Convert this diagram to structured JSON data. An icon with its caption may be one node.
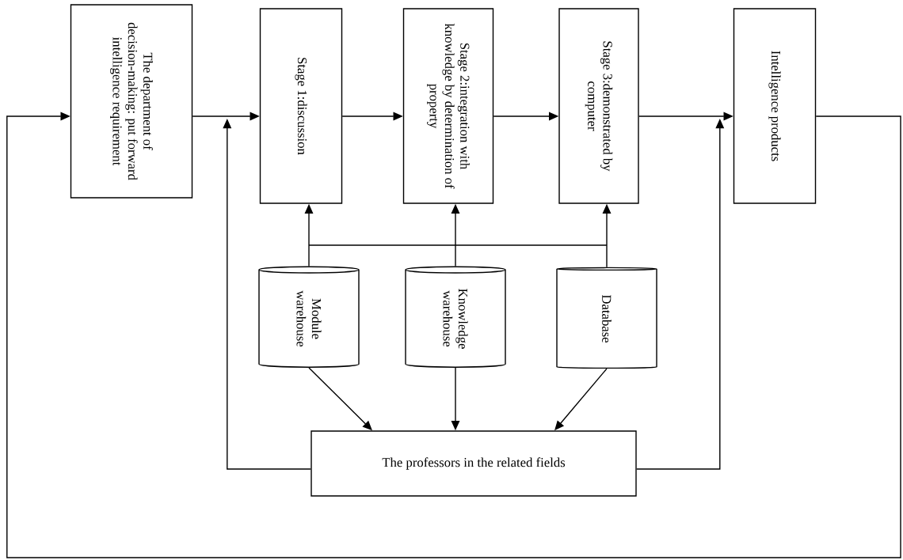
{
  "diagram": {
    "nodes": [
      {
        "text": [
          "The department of decision-making: put forward intelligence requirement"
        ]
      },
      {
        "text": [
          "Stage 1:discussion"
        ]
      },
      {
        "text": [
          "Stage 2:integration with knowledge by determination of property"
        ]
      },
      {
        "text": [
          "Stage 3:demonstrated by computer"
        ]
      },
      {
        "text": [
          "Intelligence products"
        ]
      },
      {
        "text": [
          "Module warehouse"
        ]
      },
      {
        "text": [
          "Knowledge warehouse"
        ]
      },
      {
        "text": [
          "Database"
        ]
      },
      {
        "text": [
          "The professors in the related fields"
        ]
      }
    ],
    "edges": [
      {
        "from": 0,
        "to": 1,
        "arrow": "to"
      },
      {
        "from": 1,
        "to": 2,
        "arrow": "to"
      },
      {
        "from": 2,
        "to": 3,
        "arrow": "to"
      },
      {
        "from": 3,
        "to": 4,
        "arrow": "to"
      },
      {
        "from": 5,
        "to": 1,
        "arrow": "to"
      },
      {
        "from": 6,
        "to": 2,
        "arrow": "to"
      },
      {
        "from": 7,
        "to": 3,
        "arrow": "to"
      },
      {
        "from": 5,
        "to": 8,
        "arrow": "to"
      },
      {
        "from": 6,
        "to": 8,
        "arrow": "to"
      },
      {
        "from": 7,
        "to": 8,
        "arrow": "to"
      },
      {
        "from": 8,
        "to": 1,
        "arrow": "to"
      },
      {
        "from": 8,
        "to": 4,
        "arrow": "to"
      },
      {
        "from": 4,
        "to": 0,
        "arrow": "to"
      }
    ]
  }
}
